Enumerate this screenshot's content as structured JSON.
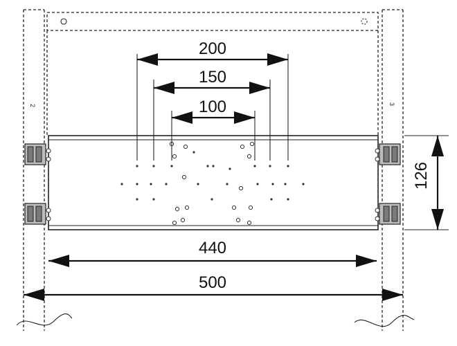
{
  "dimensions": {
    "width_440": "440",
    "width_500": "500",
    "height_126": "126",
    "spacing_200": "200",
    "spacing_150": "150",
    "spacing_100": "100"
  },
  "rail_marks": {
    "left": "2",
    "right": "3"
  }
}
